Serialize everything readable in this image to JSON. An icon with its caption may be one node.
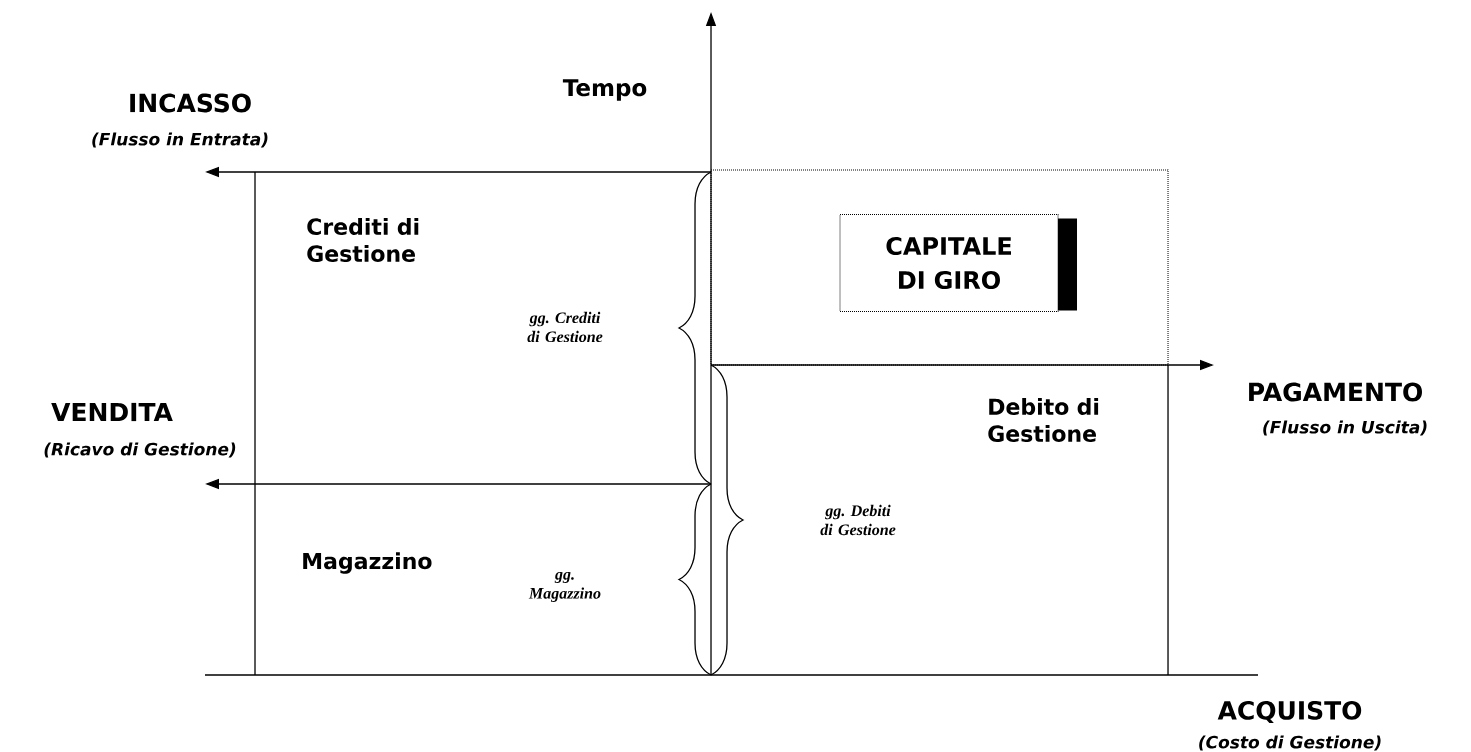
{
  "diagram": {
    "nodes": [
      {
        "text": [],
        "shape": "box"
      },
      {
        "text": [
          "CAPITALE DI GIRO"
        ],
        "in": 0
      }
    ],
    "labels": [
      "Tempo",
      "INCASSO",
      "(Flusso in Entrata)",
      "Crediti di Gestione",
      "gg. Crediti di Gestione",
      "VENDITA",
      "(Ricavo di Gestione)",
      "PAGAMENTO",
      "(Flusso in Uscita)",
      "Debito di Gestione",
      "Magazzino",
      "gg. Magazzino",
      "gg. Debiti di Gestione",
      "ACQUISTO",
      "(Costo di Gestione)"
    ]
  }
}
